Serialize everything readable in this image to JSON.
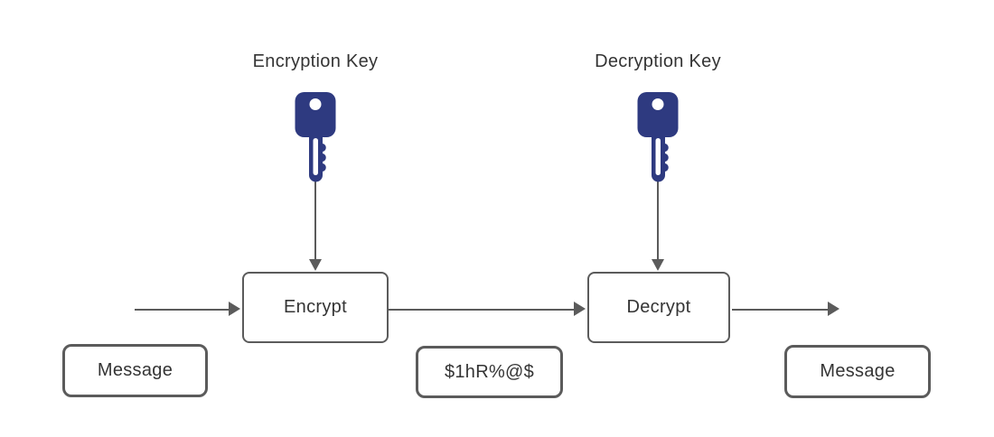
{
  "diagram": {
    "type": "encryption-flow",
    "top_labels": {
      "encryption_key": "Encryption Key",
      "decryption_key": "Decryption Key"
    },
    "process_boxes": {
      "encrypt": "Encrypt",
      "decrypt": "Decrypt"
    },
    "data_boxes": {
      "message_input": "Message",
      "ciphertext": "$1hR%@$",
      "message_output": "Message"
    },
    "icons": {
      "encryption_key_icon": "key-icon",
      "decryption_key_icon": "key-icon",
      "arrowheads": [
        "arrowhead-down-icon",
        "arrowhead-right-icon"
      ]
    },
    "colors": {
      "key_fill": "#2e3a80",
      "key_hole": "#ffffff",
      "connector": "#5b5b5b",
      "box_border": "#5b5b5b",
      "box_fill": "#ffffff",
      "text": "#343434",
      "background": "#ffffff"
    }
  }
}
